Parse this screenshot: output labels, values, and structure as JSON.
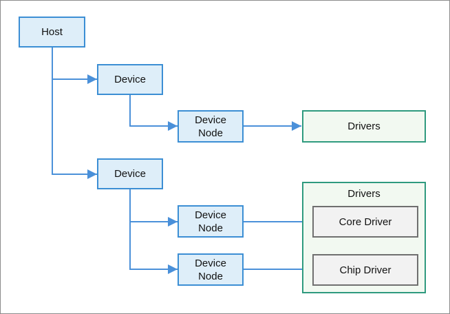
{
  "diagram": {
    "nodes": {
      "host": "Host",
      "device_1": "Device",
      "device_node_1": "Device\nNode",
      "drivers_1": "Drivers",
      "device_2": "Device",
      "device_node_2": "Device\nNode",
      "device_node_3": "Device\nNode",
      "drivers_group": "Drivers",
      "core_driver": "Core Driver",
      "chip_driver": "Chip Driver"
    },
    "edges": [
      {
        "from": "host",
        "to": "device_1"
      },
      {
        "from": "host",
        "to": "device_2"
      },
      {
        "from": "device_1",
        "to": "device_node_1"
      },
      {
        "from": "device_node_1",
        "to": "drivers_1"
      },
      {
        "from": "device_2",
        "to": "device_node_2"
      },
      {
        "from": "device_2",
        "to": "device_node_3"
      },
      {
        "from": "device_node_2",
        "to": "core_driver"
      },
      {
        "from": "device_node_3",
        "to": "chip_driver"
      }
    ],
    "colors": {
      "connector": "#4a90d9",
      "device_fill": "#deeef9",
      "device_border": "#3b8ed4",
      "driver_fill": "#f2f9f1",
      "driver_border": "#2e9a7e",
      "component_fill": "#f2f2f2",
      "component_border": "#6f6f6f"
    }
  }
}
